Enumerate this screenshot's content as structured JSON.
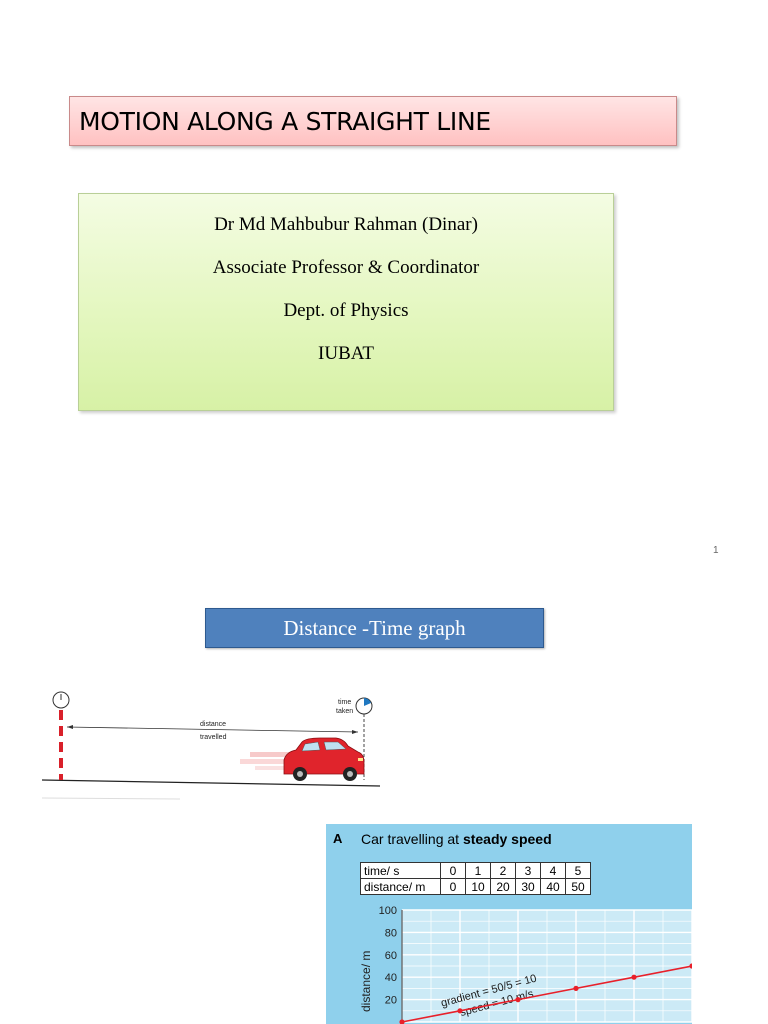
{
  "slide1": {
    "title": "MOTION ALONG A STRAIGHT LINE",
    "author": {
      "name": "Dr Md Mahbubur Rahman (Dinar)",
      "position": "Associate Professor & Coordinator",
      "department": "Dept. of Physics",
      "institution": "IUBAT"
    },
    "page_number": "1"
  },
  "slide2": {
    "heading": "Distance -Time graph",
    "car_figure": {
      "distance_label_1": "distance",
      "distance_label_2": "travelled",
      "time_label_1": "time",
      "time_label_2": "taken"
    },
    "graph_figure": {
      "label": "A",
      "title_prefix": "Car travelling at ",
      "title_bold": "steady speed",
      "table": {
        "row1_header": "time/ s",
        "row1_values": [
          "0",
          "1",
          "2",
          "3",
          "4",
          "5"
        ],
        "row2_header": "distance/ m",
        "row2_values": [
          "0",
          "10",
          "20",
          "30",
          "40",
          "50"
        ]
      },
      "y_axis_label": "distance/ m",
      "gradient_text": "gradient = 50/5 = 10",
      "speed_text": "speed = 10 m/s",
      "line_color": "#e8202a"
    }
  },
  "chart_data": {
    "type": "line",
    "title": "Car travelling at steady speed",
    "xlabel": "",
    "ylabel": "distance/ m",
    "y_ticks": [
      20,
      40,
      60,
      80,
      100
    ],
    "ylim": [
      0,
      100
    ],
    "xlim": [
      0,
      5
    ],
    "grid": true,
    "series": [
      {
        "x": [
          0,
          1,
          2,
          3,
          4,
          5
        ],
        "values": [
          0,
          10,
          20,
          30,
          40,
          50
        ]
      }
    ]
  }
}
